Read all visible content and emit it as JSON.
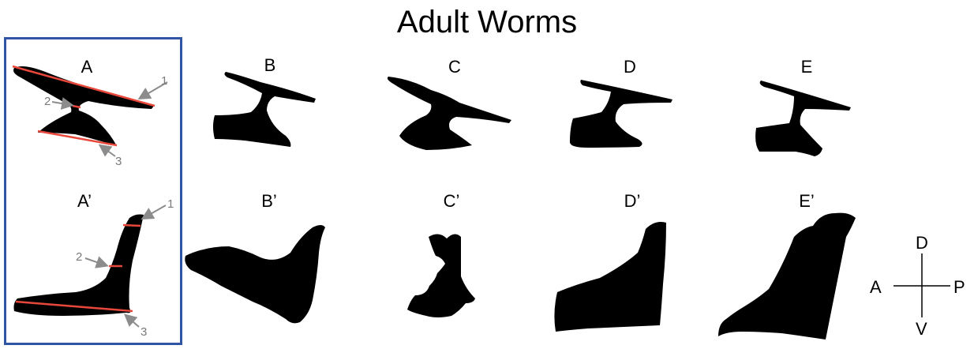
{
  "figure": {
    "title": "Adult Worms",
    "panels": {
      "A": "A",
      "B": "B",
      "C": "C",
      "D": "D",
      "E": "E",
      "A_prime": "A’",
      "B_prime": "B’",
      "C_prime": "C’",
      "D_prime": "D’",
      "E_prime": "E’"
    },
    "measurement_numbers": {
      "top": [
        "1",
        "2",
        "3"
      ],
      "bottom": [
        "1",
        "2",
        "3"
      ]
    },
    "orientation": {
      "dorsal": "D",
      "ventral": "V",
      "anterior": "A",
      "posterior": "P"
    },
    "colors": {
      "silhouette": "#000000",
      "measure_line": "#e8483b",
      "arrow": "#8c8c8c",
      "box_border": "#2f55a4"
    }
  }
}
